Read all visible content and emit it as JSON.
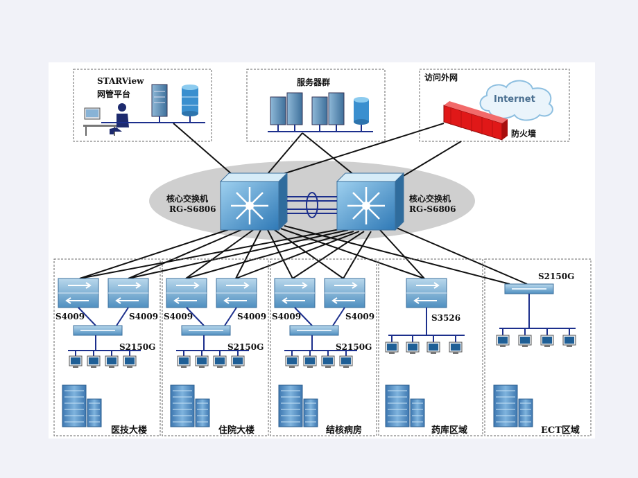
{
  "top_boxes": {
    "management": {
      "title_line1": "STARView",
      "title_line2": "网管平台"
    },
    "servers": {
      "title": "服务器群"
    },
    "internet": {
      "title": "访问外网",
      "cloud_label": "Internet",
      "firewall_label": "防火墙"
    }
  },
  "core_switches": [
    {
      "name": "核心交换机",
      "model": "RG-S6806"
    },
    {
      "name": "核心交换机",
      "model": "RG-S6806"
    }
  ],
  "zones": [
    {
      "name": "医技大楼",
      "agg1": "S4009",
      "agg2": "S4009",
      "access": "S2150G"
    },
    {
      "name": "住院大楼",
      "agg1": "S4009",
      "agg2": "S4009",
      "access": "S2150G"
    },
    {
      "name": "结核病房",
      "agg1": "S4009",
      "agg2": "S4009",
      "access": "S2150G"
    },
    {
      "name": "药库区域",
      "switch": "S3526"
    },
    {
      "name": "ECT区域",
      "switch": "S2150G"
    }
  ],
  "colors": {
    "background": "#f1f2f8",
    "panel": "#ffffff",
    "ellipse": "#cfcfcf",
    "link": "#111111",
    "bus": "#1c2f8c",
    "firewall": "#e01818",
    "switch": "#6aa6d0"
  }
}
